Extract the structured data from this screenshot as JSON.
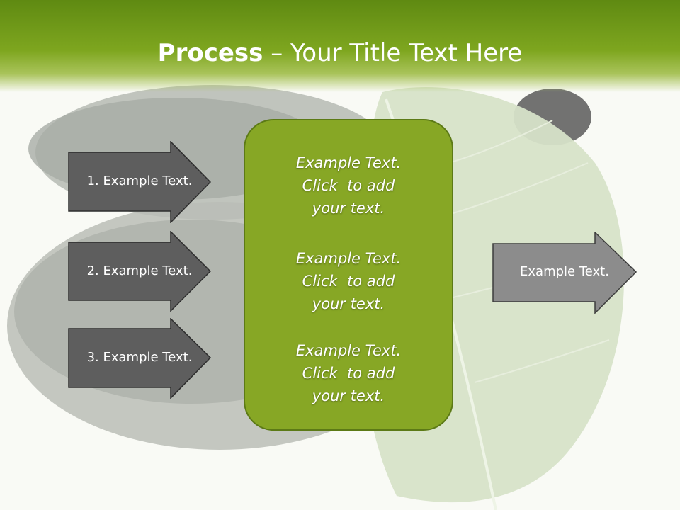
{
  "title": {
    "bold": "Process",
    "dash": " – ",
    "rest": "Your Title Text Here"
  },
  "left_arrows": [
    {
      "label": "1. Example Text."
    },
    {
      "label": "2. Example Text."
    },
    {
      "label": "3. Example Text."
    }
  ],
  "center_box": {
    "blocks": [
      {
        "line1": "Example Text.",
        "line2": "Click  to add",
        "line3": "your text."
      },
      {
        "line1": "Example Text.",
        "line2": "Click  to add",
        "line3": "your text."
      },
      {
        "line1": "Example Text.",
        "line2": "Click  to add",
        "line3": "your text."
      }
    ]
  },
  "right_arrow": {
    "label": "Example Text."
  },
  "colors": {
    "header_green": "#7ea61f",
    "box_green": "#87a725",
    "arrow_dark": "#5e5e5e",
    "arrow_light": "#8c8c8c"
  }
}
